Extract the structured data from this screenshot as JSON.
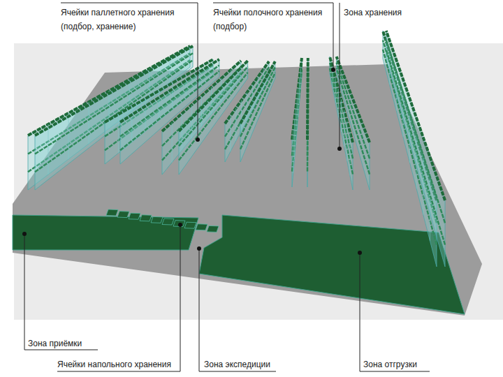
{
  "diagram": {
    "labels": [
      "Ячейки паллетного хранения (подбор, хранение)",
      "Ячейки полочного хранения (подбор)",
      "Зона хранения",
      "Зона приёмки",
      "Ячейки напольного хранения",
      "Зона экспедиции",
      "Зона отгрузки"
    ]
  }
}
